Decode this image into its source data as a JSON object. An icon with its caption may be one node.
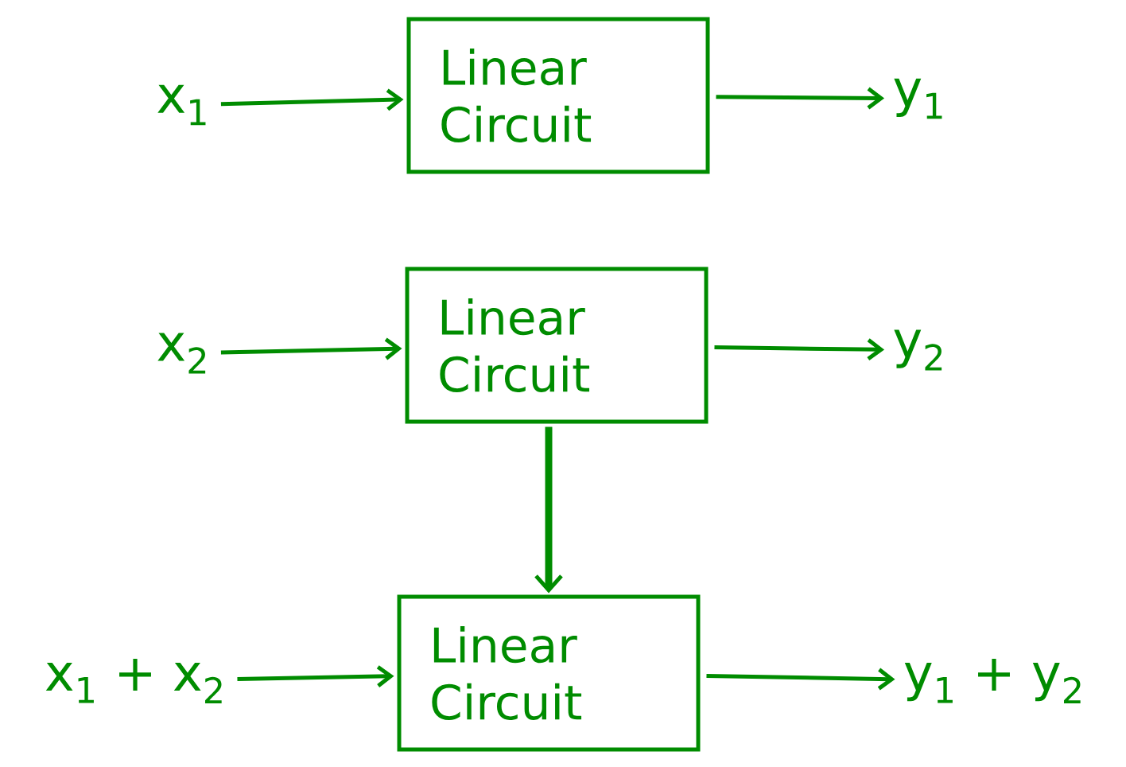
{
  "diagram": {
    "nodes": [
      {
        "text": [
          "x$_{1}$"
        ]
      },
      {
        "text": [
          "Linear Circuit"
        ]
      },
      {
        "text": [
          "y$_{1}$"
        ]
      },
      {
        "text": [
          "x$_{2}$"
        ]
      },
      {
        "text": [
          "Linear Circuit"
        ]
      },
      {
        "text": [
          "y$_{2}$"
        ]
      },
      {
        "text": [
          "x$_{1}$ + x$_{2}$"
        ]
      },
      {
        "text": [
          "Linear Circuit"
        ]
      },
      {
        "text": [
          "y$_{1}$ + y$_{2}$"
        ]
      }
    ],
    "edges": [
      {
        "from": 0,
        "to": 1,
        "arrow": "to"
      },
      {
        "from": 1,
        "to": 2,
        "arrow": "to"
      },
      {
        "from": 3,
        "to": 4,
        "arrow": "to"
      },
      {
        "from": 4,
        "to": 5,
        "arrow": "to"
      },
      {
        "from": 4,
        "to": 7,
        "arrow": "to",
        "style": "thick"
      },
      {
        "from": 6,
        "to": 7,
        "arrow": "to"
      },
      {
        "from": 7,
        "to": 8,
        "arrow": "to"
      }
    ]
  }
}
